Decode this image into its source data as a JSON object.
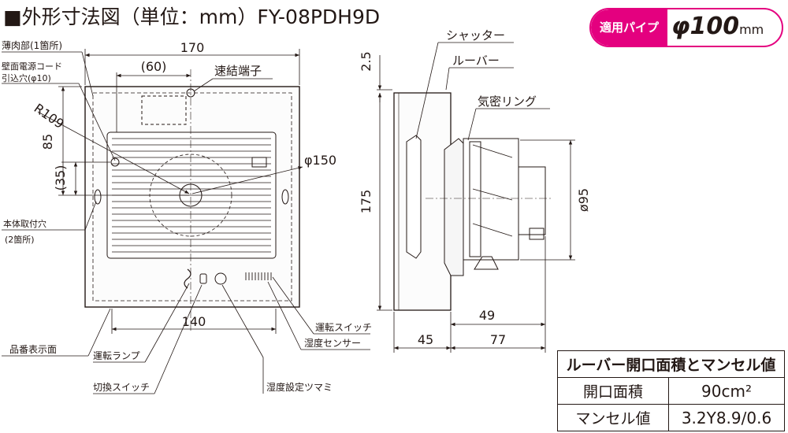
{
  "title": "■外形寸法図（単位：mm）FY-08PDH9D",
  "pipe": {
    "label": "適用パイプ",
    "value": "φ100",
    "unit": "mm"
  },
  "front": {
    "dims": {
      "width": "170",
      "offset": "(60)",
      "height85": "85",
      "height35": "(35)",
      "radius": "R109",
      "phi150": "φ150",
      "bottom140": "140"
    },
    "labels": {
      "thin_part": "薄肉部(1箇所)",
      "cord_hole_1": "壁面電源コード",
      "cord_hole_2": "引込穴(φ10)",
      "terminal": "速結端子",
      "mount_hole_1": "本体取付穴",
      "mount_hole_2": "(2箇所)",
      "part_number": "品番表示面",
      "run_lamp": "運転ランプ",
      "switch_select": "切換スイッチ",
      "humidity_knob": "湿度設定ツマミ",
      "humidity_sensor": "湿度センサー",
      "run_switch": "運転スイッチ"
    }
  },
  "side": {
    "dims": {
      "d25": "2.5",
      "d175": "175",
      "d95": "ø95",
      "d49": "49",
      "d45": "45",
      "d77": "77"
    },
    "labels": {
      "shutter": "シャッター",
      "louver": "ルーバー",
      "ring": "気密リング"
    }
  },
  "table": {
    "header": "ルーバー開口面積とマンセル値",
    "rows": [
      {
        "key": "開口面積",
        "value": "90cm²"
      },
      {
        "key": "マンセル値",
        "value": "3.2Y8.9/0.6"
      }
    ]
  }
}
